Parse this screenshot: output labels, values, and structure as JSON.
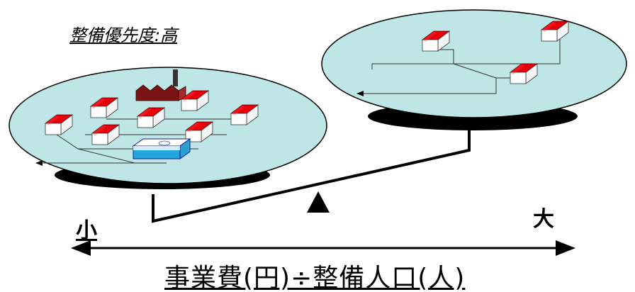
{
  "labels": {
    "priority": "整備優先度:高",
    "small": "小",
    "large": "大",
    "formula": "事業費(円)÷整備人口(人)"
  },
  "colors": {
    "disk_fill": "#bfe6e6",
    "disk_base": "#000000",
    "roof": "#e8000c",
    "wall": "#ffffff",
    "factory": "#7a1414",
    "treatment_plant": "#22a6e0",
    "arrow": "#000000"
  },
  "icons": {
    "house": "house-icon",
    "factory": "factory-icon",
    "treatment_plant": "treatment-plant-icon",
    "fulcrum": "triangle-fulcrum-icon"
  }
}
